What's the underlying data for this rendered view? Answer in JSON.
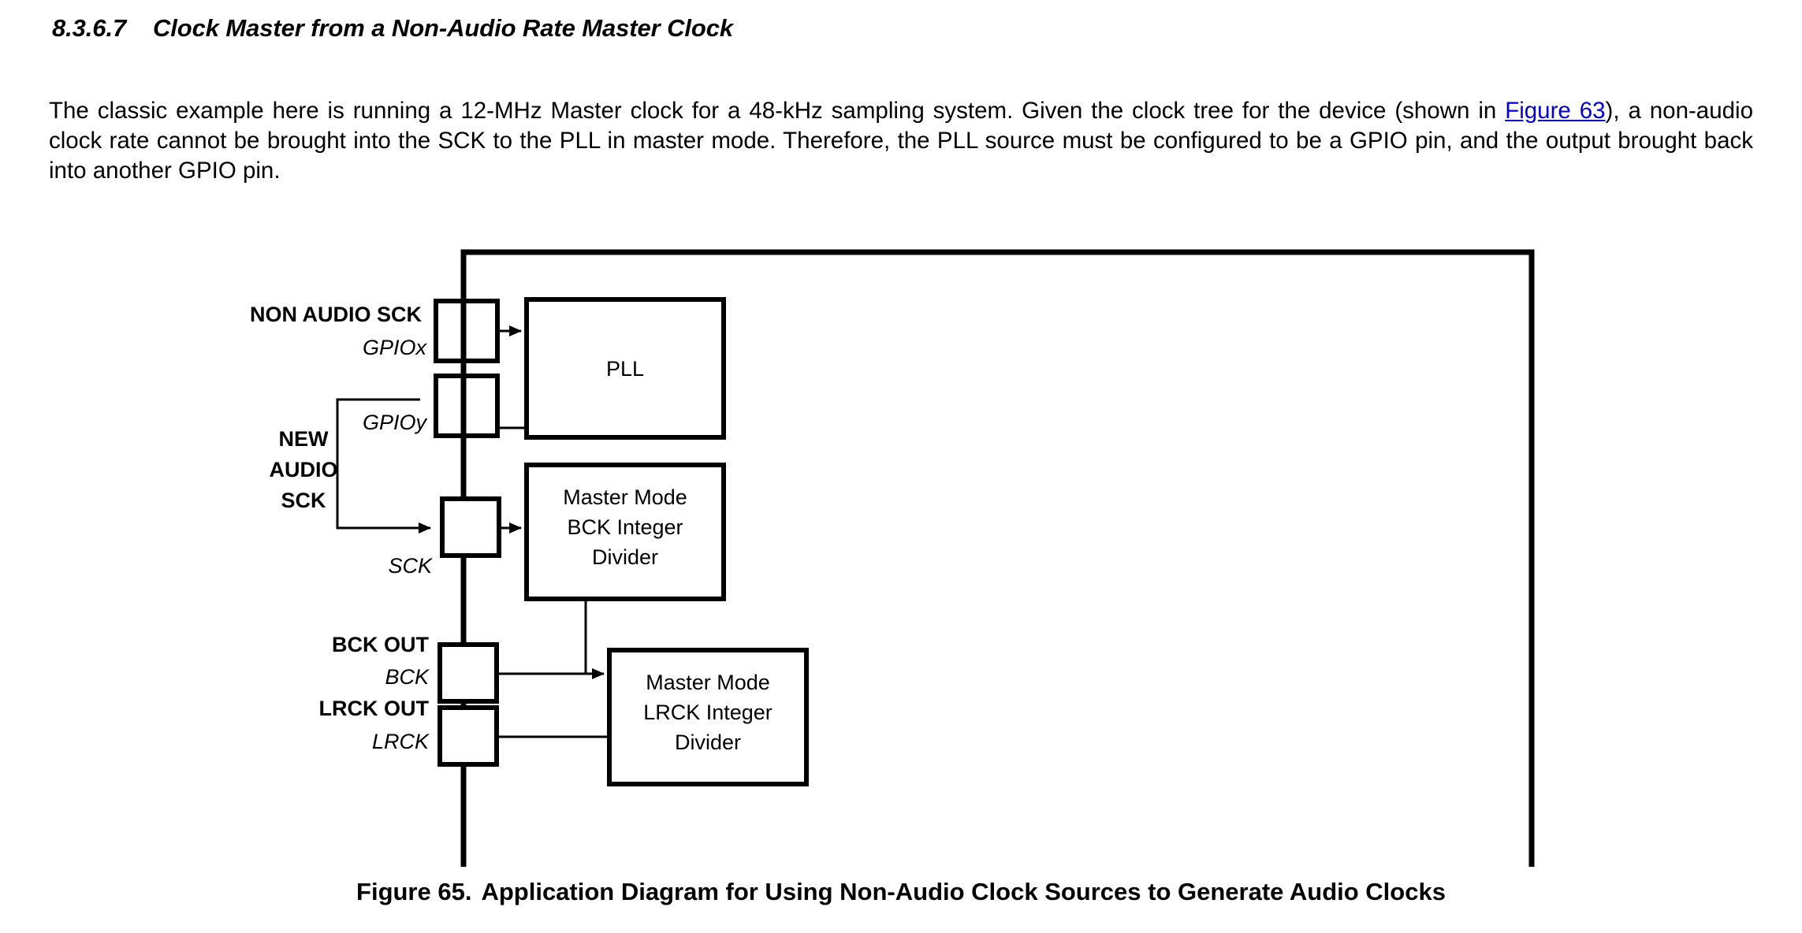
{
  "section": {
    "number": "8.3.6.7",
    "title": "Clock Master from a Non-Audio Rate Master Clock"
  },
  "paragraph": {
    "part1": "The classic example here is running a 12-MHz Master clock for a 48-kHz sampling system. Given the clock tree for the device (shown in ",
    "xref": "Figure 63",
    "part2": "), a non-audio clock rate cannot be brought into the SCK to the PLL in master mode. Therefore, the PLL source must be configured to be a GPIO pin, and the output brought back into another GPIO pin."
  },
  "figure": {
    "caption_number": "Figure 65.",
    "caption_text": "Application Diagram for Using Non-Audio Clock Sources to Generate Audio Clocks",
    "pins": [
      {
        "id": "gpiox",
        "signal_label": "NON AUDIO SCK",
        "pin_label": "GPIOx"
      },
      {
        "id": "gpioy",
        "signal_label": "",
        "pin_label": "GPIOy"
      },
      {
        "id": "sck",
        "signal_label": "",
        "pin_label": "SCK"
      },
      {
        "id": "bck",
        "signal_label": "BCK OUT",
        "pin_label": "BCK"
      },
      {
        "id": "lrck",
        "signal_label": "LRCK OUT",
        "pin_label": "LRCK"
      }
    ],
    "new_audio_sck_label": {
      "line1": "NEW",
      "line2": "AUDIO",
      "line3": "SCK"
    },
    "blocks": [
      {
        "id": "pll",
        "lines": [
          "PLL"
        ]
      },
      {
        "id": "bck-divider",
        "lines": [
          "Master Mode",
          "BCK Integer",
          "Divider"
        ]
      },
      {
        "id": "lrck-divider",
        "lines": [
          "Master Mode",
          "LRCK Integer",
          "Divider"
        ]
      }
    ],
    "colors": {
      "stroke": "#000000",
      "fill": "#FFFFFF",
      "xref": "#0000CC"
    }
  }
}
